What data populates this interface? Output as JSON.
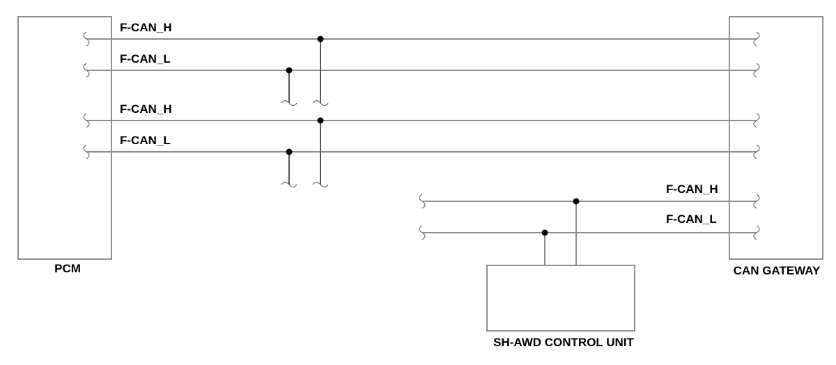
{
  "components": {
    "pcm": "PCM",
    "gateway": "CAN GATEWAY",
    "shawd": "SH-AWD CONTROL UNIT"
  },
  "buses": [
    {
      "high": "F-CAN_H",
      "low": "F-CAN_L"
    },
    {
      "high": "F-CAN_H",
      "low": "F-CAN_L"
    },
    {
      "high": "F-CAN_H",
      "low": "F-CAN_L"
    }
  ],
  "colors": {
    "wire": "#8c8c8c",
    "node": "#000000",
    "text": "#000000"
  }
}
